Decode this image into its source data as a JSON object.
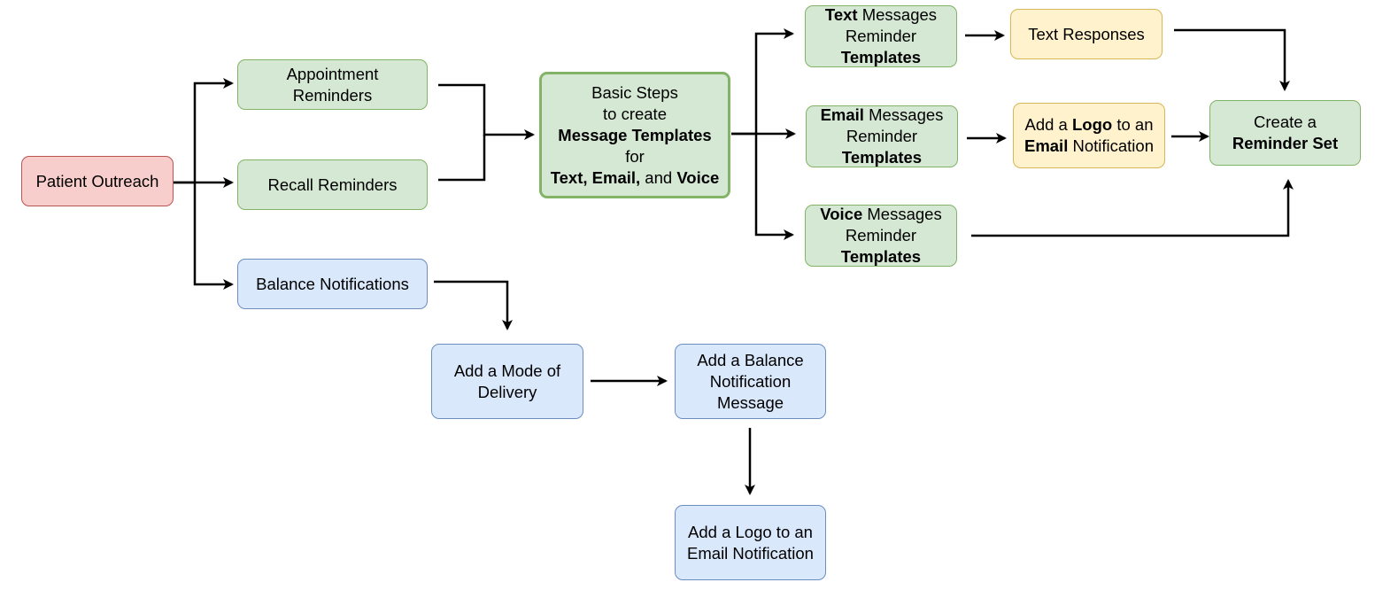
{
  "nodes": {
    "patient_outreach": {
      "text": "Patient Outreach"
    },
    "appointment_reminders": {
      "line1": "Appointment",
      "line2": "Reminders"
    },
    "recall_reminders": {
      "text": "Recall Reminders"
    },
    "balance_notifications": {
      "text": "Balance Notifications"
    },
    "basic_steps": {
      "line1": "Basic Steps",
      "line2": "to create",
      "line3": "Message Templates",
      "line4": "for",
      "line5_text": "Text,",
      "line5_email": "Email,",
      "line5_and": "and",
      "line5_voice": "Voice"
    },
    "text_templates": {
      "bold1": "Text",
      "rest1": "Messages",
      "line2": "Reminder",
      "line3": "Templates"
    },
    "email_templates": {
      "bold1": "Email",
      "rest1": "Messages",
      "line2": "Reminder",
      "line3": "Templates"
    },
    "voice_templates": {
      "bold1": "Voice",
      "rest1": "Messages",
      "line2": "Reminder",
      "line3": "Templates"
    },
    "text_responses": {
      "text": "Text Responses"
    },
    "add_logo_email": {
      "pre": "Add a",
      "bold1": "Logo",
      "post": "to an",
      "bold2": "Email",
      "post2": "Notification"
    },
    "create_reminder_set": {
      "line1": "Create a",
      "line2": "Reminder Set"
    },
    "add_mode_delivery": {
      "line1": "Add a Mode of",
      "line2": "Delivery"
    },
    "add_balance_message": {
      "line1": "Add a Balance",
      "line2": "Notification",
      "line3": "Message"
    },
    "add_logo_email_balance": {
      "line1": "Add a Logo to an",
      "line2": "Email Notification"
    }
  },
  "colors": {
    "green_fill": "#d5e8d4",
    "green_stroke": "#82b366",
    "red_fill": "#f8cecc",
    "red_stroke": "#b85450",
    "blue_fill": "#dae8fc",
    "blue_stroke": "#6c8ebf",
    "yellow_fill": "#fff2cc",
    "yellow_stroke": "#d6b656",
    "edge": "#000000"
  }
}
